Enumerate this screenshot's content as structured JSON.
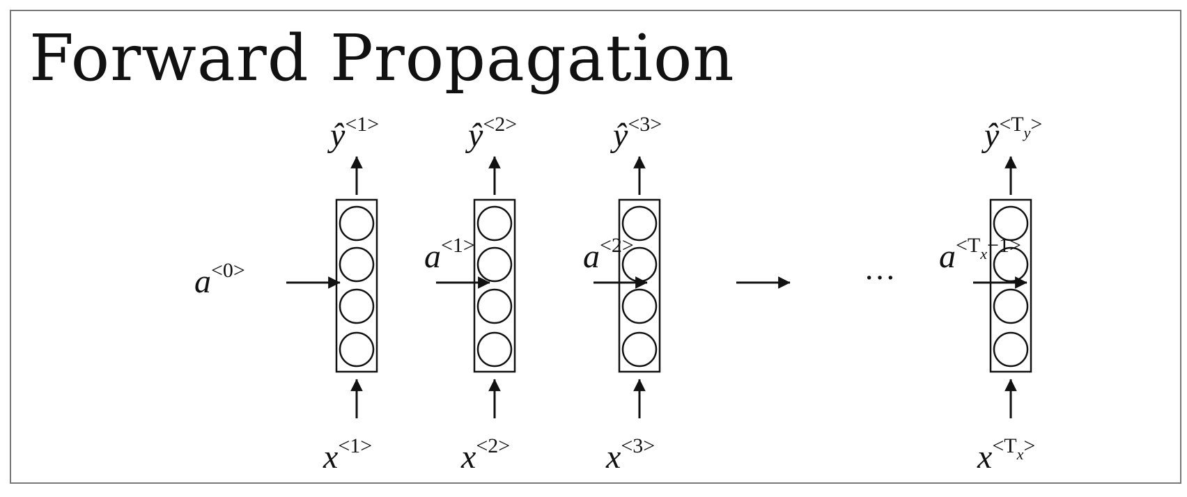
{
  "title": "Forward Propagation",
  "ellipsis": "···",
  "colors": {
    "stroke": "#111111",
    "frame": "#777777",
    "background": "#ffffff"
  },
  "cells": [
    {
      "output": {
        "base": "ŷ",
        "tokens": [
          [
            "t",
            "<"
          ],
          [
            "t",
            "1"
          ],
          [
            "t",
            ">"
          ]
        ]
      },
      "input": {
        "base": "x",
        "tokens": [
          [
            "t",
            "<"
          ],
          [
            "t",
            "1"
          ],
          [
            "t",
            ">"
          ]
        ]
      }
    },
    {
      "output": {
        "base": "ŷ",
        "tokens": [
          [
            "t",
            "<"
          ],
          [
            "t",
            "2"
          ],
          [
            "t",
            ">"
          ]
        ]
      },
      "input": {
        "base": "x",
        "tokens": [
          [
            "t",
            "<"
          ],
          [
            "t",
            "2"
          ],
          [
            "t",
            ">"
          ]
        ]
      }
    },
    {
      "output": {
        "base": "ŷ",
        "tokens": [
          [
            "t",
            "<"
          ],
          [
            "t",
            "3"
          ],
          [
            "t",
            ">"
          ]
        ]
      },
      "input": {
        "base": "x",
        "tokens": [
          [
            "t",
            "<"
          ],
          [
            "t",
            "3"
          ],
          [
            "t",
            ">"
          ]
        ]
      }
    },
    {
      "output": {
        "base": "ŷ",
        "tokens": [
          [
            "t",
            "<"
          ],
          [
            "i",
            "T"
          ],
          [
            "s",
            "y"
          ],
          [
            "t",
            ">"
          ]
        ]
      },
      "input": {
        "base": "x",
        "tokens": [
          [
            "t",
            "<"
          ],
          [
            "i",
            "T"
          ],
          [
            "s",
            "x"
          ],
          [
            "t",
            ">"
          ]
        ]
      }
    }
  ],
  "activations": [
    {
      "base": "a",
      "tokens": [
        [
          "t",
          "<"
        ],
        [
          "t",
          "0"
        ],
        [
          "t",
          ">"
        ]
      ]
    },
    {
      "base": "a",
      "tokens": [
        [
          "t",
          "<"
        ],
        [
          "t",
          "1"
        ],
        [
          "t",
          ">"
        ]
      ]
    },
    {
      "base": "a",
      "tokens": [
        [
          "t",
          "<"
        ],
        [
          "t",
          "2"
        ],
        [
          "t",
          ">"
        ]
      ]
    },
    {
      "base": "a",
      "tokens": [
        [
          "t",
          "<"
        ],
        [
          "i",
          "T"
        ],
        [
          "s",
          "x"
        ],
        [
          "t",
          "−1"
        ],
        [
          "t",
          ">"
        ]
      ]
    }
  ]
}
